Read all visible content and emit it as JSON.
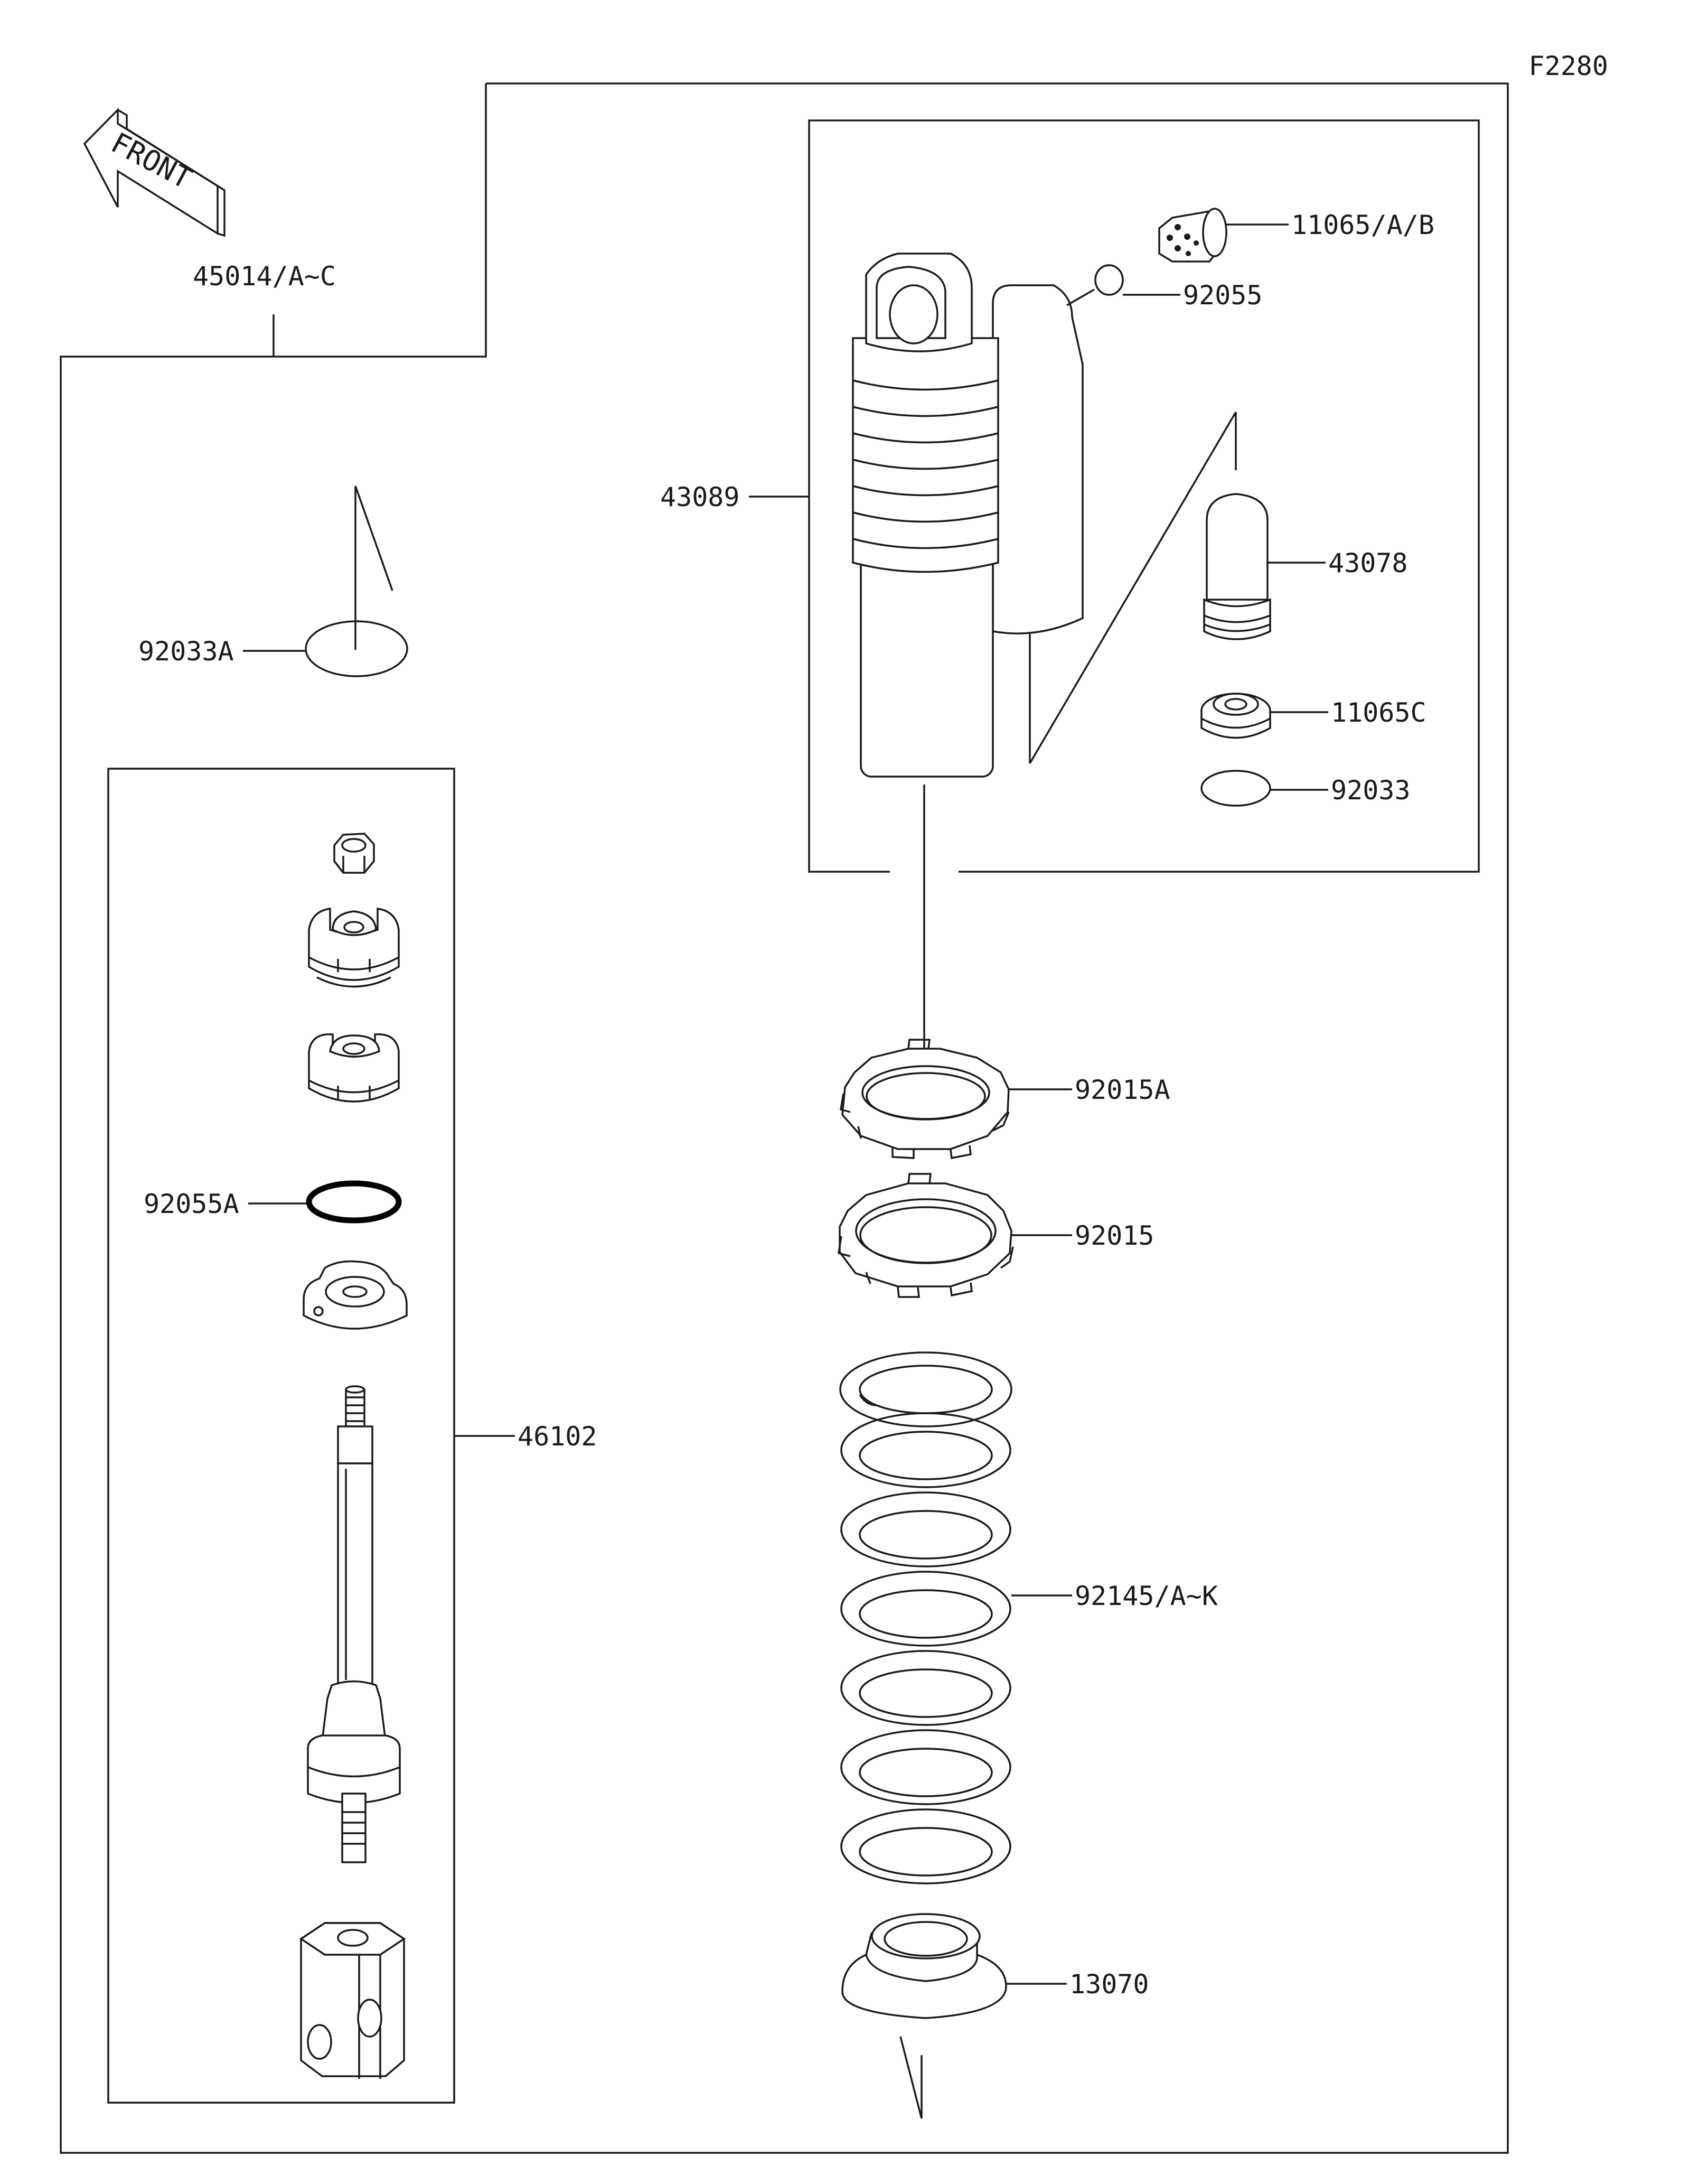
{
  "figure_code": "F2280",
  "front_label": "FRONT",
  "icons": [
    "front-arrow-icon"
  ],
  "callouts": {
    "p45014": "45014/A~C",
    "p92033A": "92033A",
    "p43089": "43089",
    "p11065AB": "11065/A/B",
    "p92055": "92055",
    "p43078": "43078",
    "p11065C": "11065C",
    "p92033": "92033",
    "p92015A": "92015A",
    "p92015": "92015",
    "p92055A": "92055A",
    "p46102": "46102",
    "p92145": "92145/A~K",
    "p13070": "13070"
  }
}
